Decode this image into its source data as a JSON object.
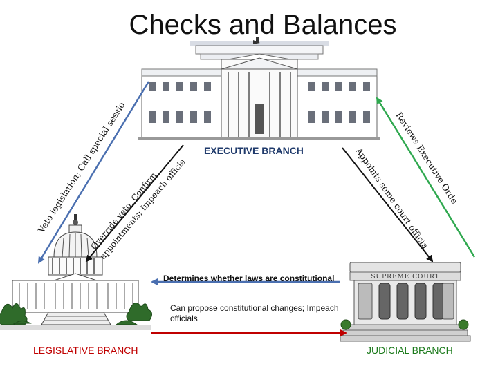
{
  "title": "Checks and Balances",
  "branches": {
    "executive": "EXECUTIVE BRANCH",
    "legislative": "LEGISLATIVE BRANCH",
    "judicial": "JUDICIAL BRANCH"
  },
  "buildings": {
    "supreme_court_sign": "SUPREME COURT"
  },
  "arrow_labels": {
    "leg_to_exec_outer": "Veto legislation; Call special session",
    "exec_to_leg_inner_line1": "Override veto, Confirm",
    "exec_to_leg_inner_line2": "appointments; Impeach officials",
    "jud_to_exec": "Reviews Executive Orders",
    "exec_to_jud": "Appoints some court officials",
    "jud_to_leg": "Determines whether laws are constitutional",
    "leg_to_jud": "Can propose constitutional changes; Impeach officials"
  },
  "colors": {
    "blue_arrow": "#4a6fb0",
    "green_arrow": "#2fa84f",
    "black_arrow": "#111111",
    "red_arrow": "#c00000",
    "exec_label": "#1f3a6b",
    "leg_label": "#c00000",
    "jud_label": "#1b7a1b"
  }
}
